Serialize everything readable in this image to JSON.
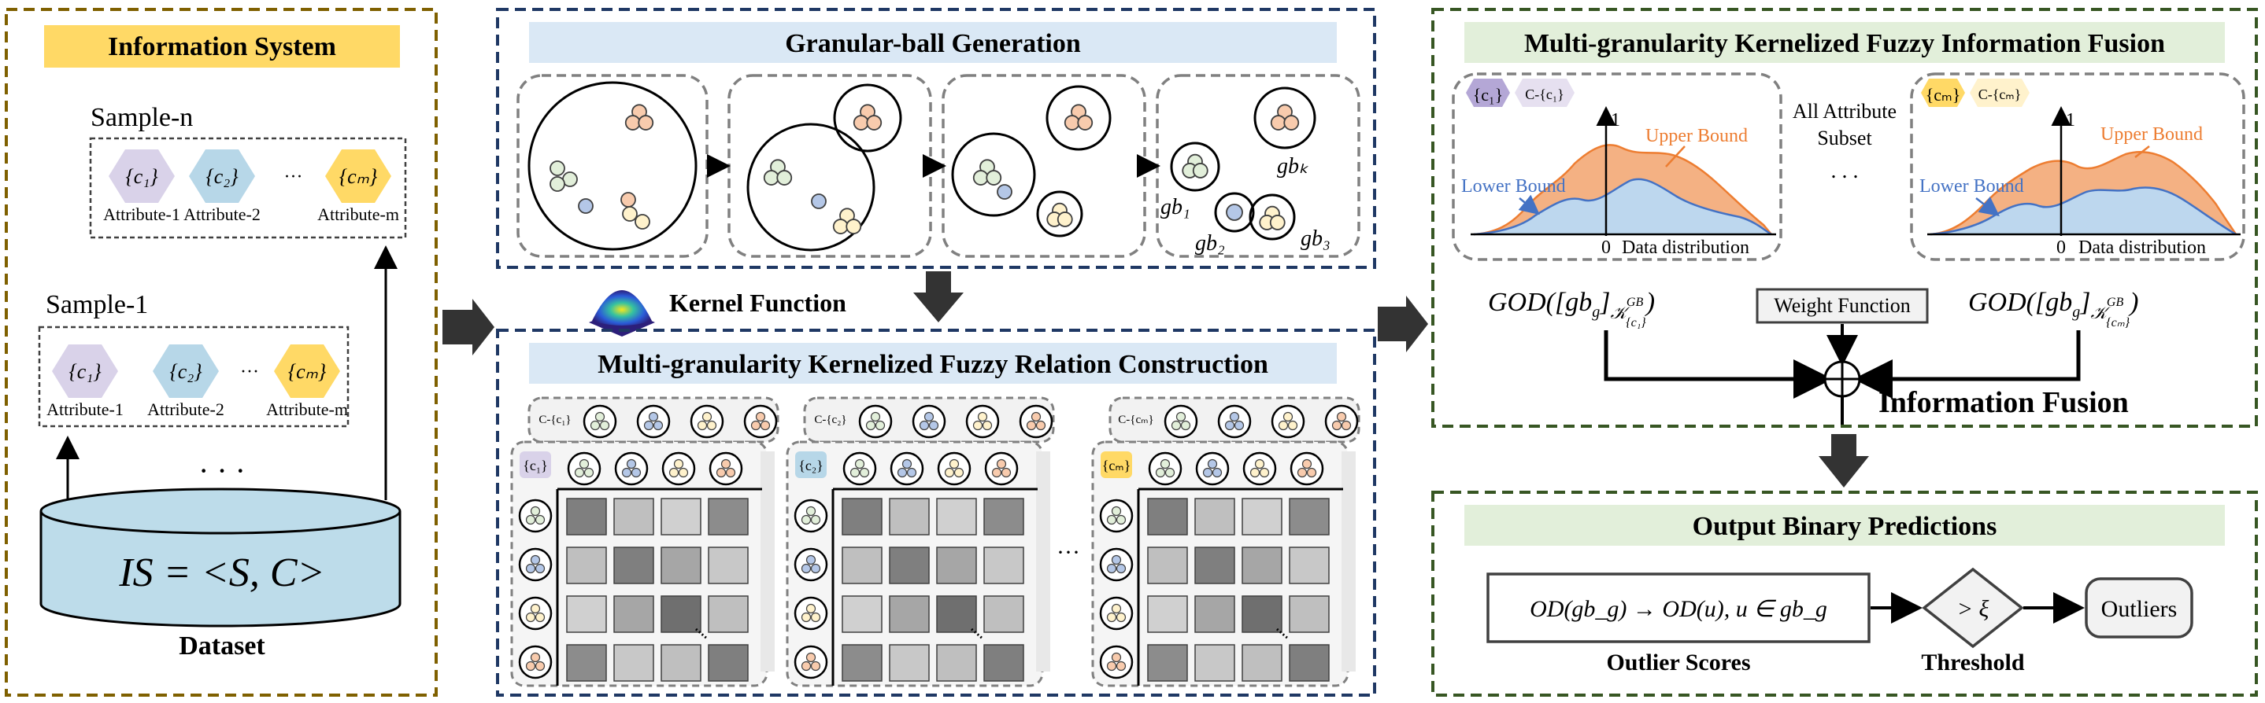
{
  "panel_info": {
    "title": "Information System",
    "sample_n": "Sample-n",
    "sample_1": "Sample-1",
    "attributes": [
      {
        "symbol": "{c₁}",
        "label": "Attribute-1",
        "color": "#d9d2e9"
      },
      {
        "symbol": "{c₂}",
        "label": "Attribute-2",
        "color": "#b7d7e8"
      },
      {
        "symbol": "{cₘ}",
        "label": "Attribute-m",
        "color": "#ffd966"
      }
    ],
    "ellipsis_h": "···",
    "ellipsis_v": "· · ·",
    "dataset_formula": "IS = <S, C>",
    "dataset_label": "Dataset"
  },
  "panel_gb": {
    "title": "Granular-ball Generation",
    "labels": [
      "gb₁",
      "gb₂",
      "gb₃",
      "gbₖ"
    ]
  },
  "kernel_label": "Kernel Function",
  "panel_relation": {
    "title": "Multi-granularity Kernelized Fuzzy Relation Construction",
    "matrices": [
      {
        "front": "{c₁}",
        "back": "C-{c₁}",
        "color": "#d9d2e9"
      },
      {
        "front": "{c₂}",
        "back": "C-{c₂}",
        "color": "#b7d7e8"
      },
      {
        "front": "{cₘ}",
        "back": "C-{cₘ}",
        "color": "#ffd966"
      }
    ],
    "ellipsis": "···"
  },
  "panel_fusion": {
    "title": "Multi-granularity Kernelized Fuzzy Information Fusion",
    "upper_bound": "Upper Bound",
    "lower_bound": "Lower Bound",
    "axis_label": "Data distribution",
    "zero": "0",
    "one": "1",
    "middle_text": [
      "All Attribute",
      "Subset",
      ". . ."
    ],
    "left_tags": [
      "{c₁}",
      "C-{c₁}"
    ],
    "right_tags": [
      "{cₘ}",
      "C-{cₘ}"
    ],
    "god_left": "GOD([gb",
    "god_right": "GOD([gb",
    "weight_function": "Weight Function",
    "information_fusion": "Information Fusion"
  },
  "panel_output": {
    "title": "Output Binary Predictions",
    "formula": "OD(gb_g) → OD(u), u ∈ gb_g",
    "threshold_symbol": "> ξ",
    "outliers": "Outliers",
    "outlier_scores": "Outlier Scores",
    "threshold": "Threshold"
  },
  "colors": {
    "brown_border": "#7f6000",
    "navy_border": "#1f3864",
    "green_border": "#375623",
    "yellow_title": "#ffd966",
    "blue_title": "#dae8f5",
    "green_title": "#e2efda",
    "dataset_fill": "#bddcea",
    "orange_area": "#f4b183",
    "blue_area": "#bdd7ee"
  }
}
